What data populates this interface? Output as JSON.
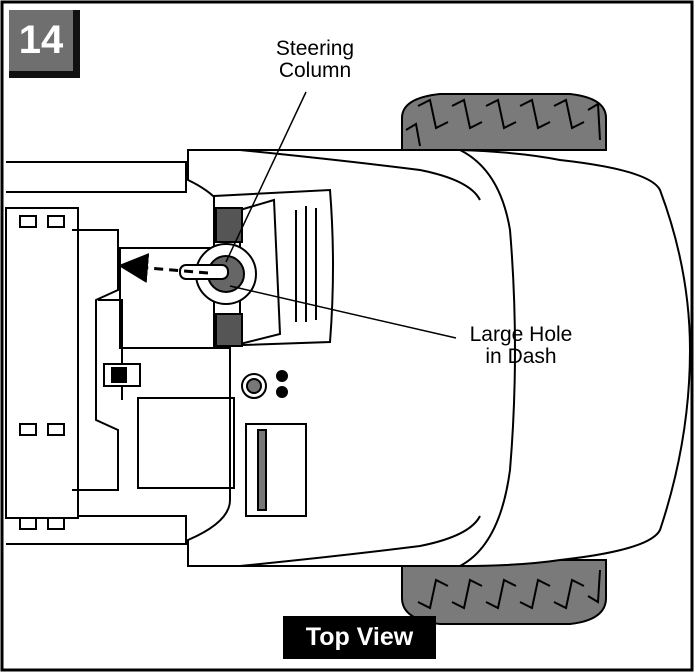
{
  "step_number": "14",
  "callouts": {
    "steering_column": [
      "Steering",
      "Column"
    ],
    "large_hole": [
      "Large Hole",
      "in Dash"
    ]
  },
  "view_label": "Top View"
}
